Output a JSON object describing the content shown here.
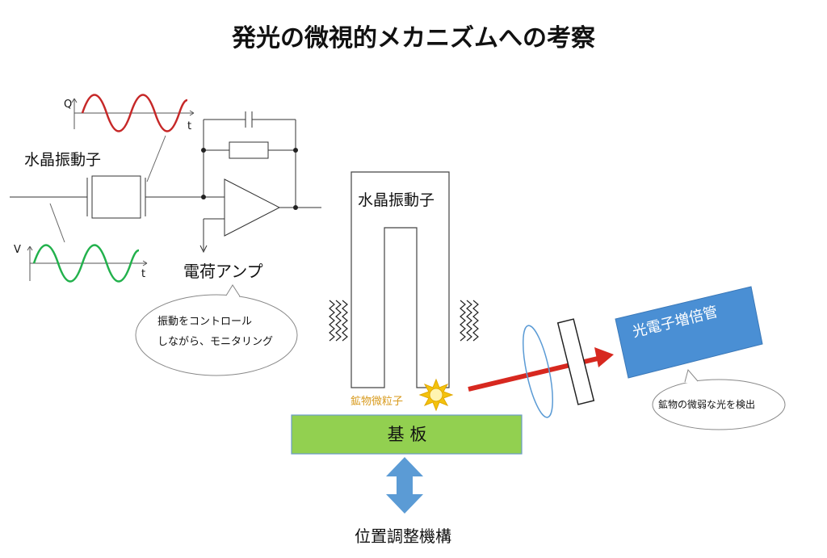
{
  "title": "発光の微視的メカニズムへの考察",
  "circuit": {
    "crystal_label": "水晶振動子",
    "amp_label": "電荷アンプ",
    "q_axis": "Q",
    "v_axis": "V",
    "t_axis": "t",
    "bubble_lines": [
      "振動をコントロール",
      "しながら、モニタリング"
    ]
  },
  "tuning_fork": {
    "label": "水晶振動子",
    "particle_label": "鉱物微粒子"
  },
  "substrate": {
    "label": "基 板"
  },
  "stage": {
    "label": "位置調整機構"
  },
  "pmt": {
    "label": "光電子増倍管",
    "bubble": "鉱物の微弱な光を検出"
  },
  "colors": {
    "charge_wave": "#c62828",
    "voltage_wave": "#22b14c",
    "substrate_fill": "#92d050",
    "arrow_blue": "#5b9bd5",
    "pmt_fill": "#4a8fd4",
    "laser": "#d7281f",
    "spark": "#f4c20d"
  }
}
